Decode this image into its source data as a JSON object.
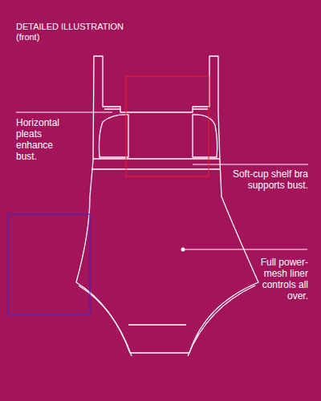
{
  "diagram": {
    "title": "DETAILED ILLUSTRATION (front)",
    "labels": [
      "Horizontal pleats enhance bust.",
      "Soft-cup shelf bra supports bust.",
      "Full power-mesh liner controls all over."
    ]
  }
}
